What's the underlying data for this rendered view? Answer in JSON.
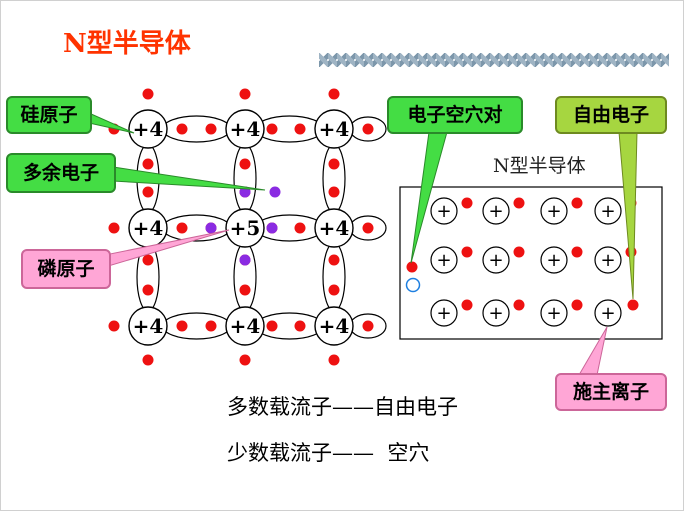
{
  "title": "N型半导体",
  "lattice": {
    "si_label": "+4",
    "p_label": "+5"
  },
  "callouts": {
    "si_atom": "硅原子",
    "extra_electron": "多余电子",
    "p_atom": "磷原子",
    "pair": "电子空穴对",
    "free_electron": "自由电子",
    "donor_ion": "施主离子"
  },
  "box": {
    "label": "N型半导体",
    "ion_symbol": "+"
  },
  "carriers": {
    "majority": "多数载流子——自由电子",
    "minority": "少数载流子——  空穴"
  },
  "colors": {
    "electron": "#ee1111",
    "extra_electron": "#8a2be2",
    "hole_outline": "#1e7fe0",
    "title": "#ff3300"
  }
}
